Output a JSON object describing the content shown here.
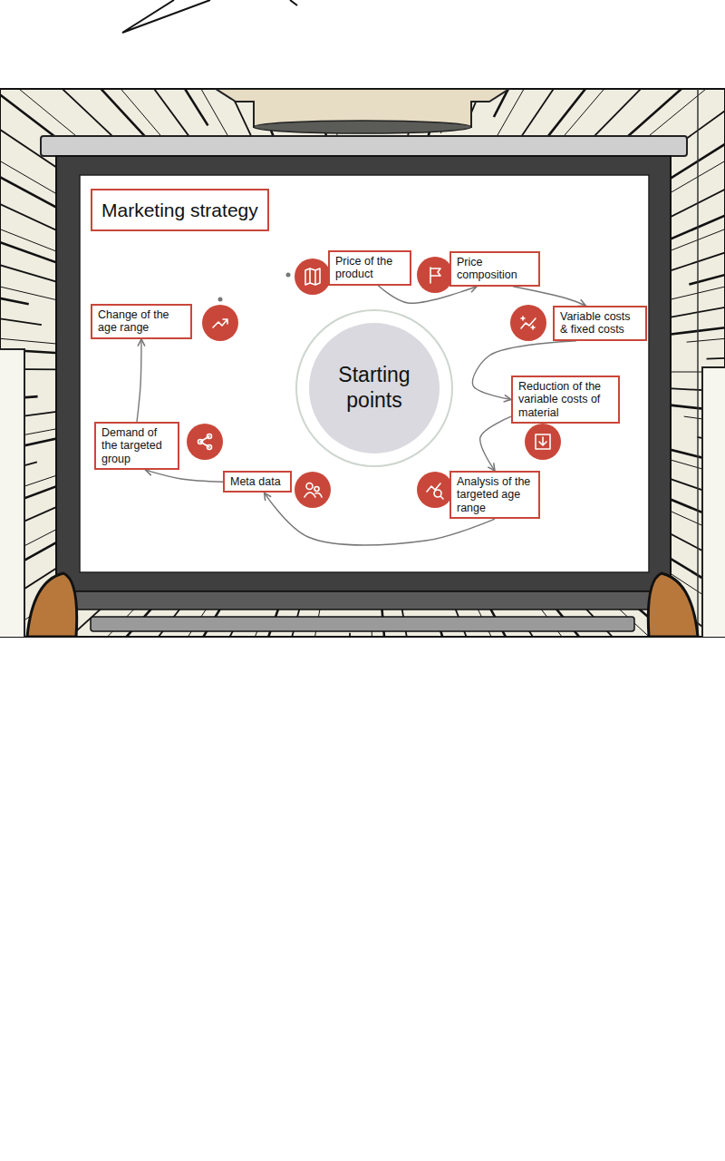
{
  "diagram": {
    "title": "Marketing strategy",
    "nodes": [
      {
        "text": [
          "Starting points"
        ]
      },
      {
        "text": [
          "Price of the product"
        ]
      },
      {
        "text": [
          "Price composition"
        ]
      },
      {
        "text": [
          "Variable costs & fixed costs"
        ]
      },
      {
        "text": [
          "Reduction of the variable costs of material"
        ]
      },
      {
        "text": [
          "Analysis of the targeted age range"
        ]
      },
      {
        "text": [
          "Meta data"
        ]
      },
      {
        "text": [
          "Demand of the targeted group"
        ]
      },
      {
        "text": [
          "Change of the age range"
        ]
      }
    ],
    "edges": [
      {
        "from": 1,
        "to": 2,
        "arrow": "to"
      },
      {
        "from": 2,
        "to": 3,
        "arrow": "to"
      },
      {
        "from": 3,
        "to": 4,
        "arrow": "to"
      },
      {
        "from": 4,
        "to": 5,
        "arrow": "to"
      },
      {
        "from": 5,
        "to": 6,
        "arrow": "to"
      },
      {
        "from": 6,
        "to": 7,
        "arrow": "to"
      },
      {
        "from": 7,
        "to": 8,
        "arrow": "to"
      }
    ]
  }
}
